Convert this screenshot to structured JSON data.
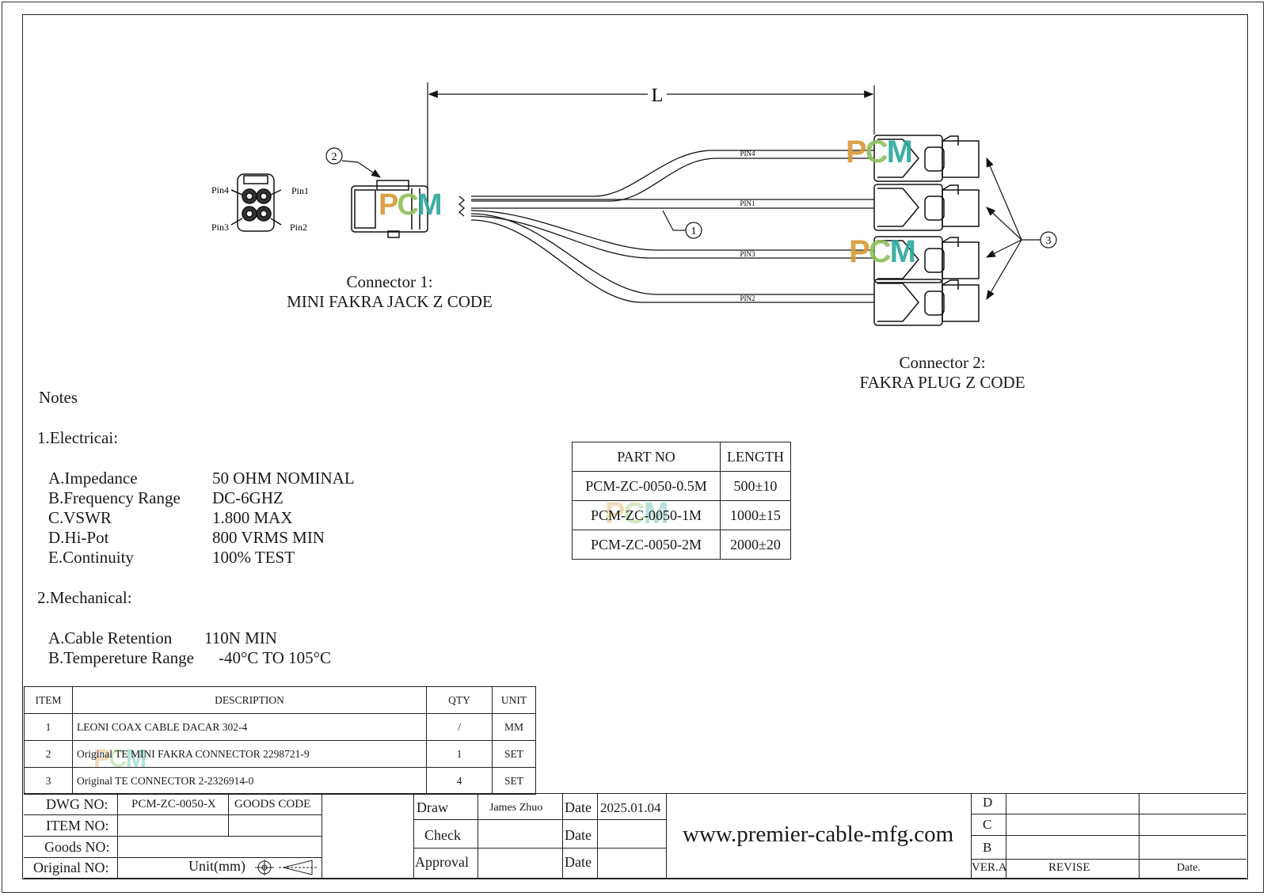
{
  "drawing": {
    "dimension_label": "L",
    "pin_labels": [
      "Pin4",
      "Pin1",
      "Pin3",
      "Pin2"
    ],
    "cable_labels": [
      "PIN4",
      "PIN1",
      "PIN3",
      "PIN2"
    ],
    "callouts": [
      "1",
      "2",
      "3"
    ],
    "watermark": "PCM",
    "connector1": {
      "line1": "Connector 1:",
      "line2": "MINI FAKRA JACK Z CODE"
    },
    "connector2": {
      "line1": "Connector 2:",
      "line2": "FAKRA PLUG Z CODE"
    }
  },
  "notes": {
    "title": "Notes",
    "electrical_title": "1.Electricai:",
    "electrical": [
      {
        "label": "A.Impedance",
        "value": "50 OHM NOMINAL"
      },
      {
        "label": "B.Frequency Range",
        "value": "DC-6GHZ"
      },
      {
        "label": "C.VSWR",
        "value": "1.800 MAX"
      },
      {
        "label": "D.Hi-Pot",
        "value": "800 VRMS MIN"
      },
      {
        "label": "E.Continuity",
        "value": "100% TEST"
      }
    ],
    "mechanical_title": "2.Mechanical:",
    "mechanical": [
      {
        "label": "A.Cable Retention",
        "value": "110N MIN"
      },
      {
        "label": "B.Tempereture Range",
        "value": "-40°C TO 105°C"
      }
    ]
  },
  "parts_table": {
    "headers": [
      "PART NO",
      "LENGTH"
    ],
    "rows": [
      [
        "PCM-ZC-0050-0.5M",
        "500±10"
      ],
      [
        "PCM-ZC-0050-1M",
        "1000±15"
      ],
      [
        "PCM-ZC-0050-2M",
        "2000±20"
      ]
    ]
  },
  "bom": {
    "headers": [
      "ITEM",
      "DESCRIPTION",
      "QTY",
      "UNIT"
    ],
    "rows": [
      [
        "1",
        "LEONI COAX CABLE DACAR 302-4",
        "/",
        "MM"
      ],
      [
        "2",
        "Original TE MINI FAKRA CONNECTOR 2298721-9",
        "1",
        "SET"
      ],
      [
        "3",
        "Original TE CONNECTOR 2-2326914-0",
        "4",
        "SET"
      ]
    ]
  },
  "title_block": {
    "dwg_no_label": "DWG NO:",
    "dwg_no": "PCM-ZC-0050-X",
    "goods_code_label": "GOODS CODE",
    "item_no_label": "ITEM NO:",
    "goods_no_label": "Goods NO:",
    "original_no_label": "Original NO:",
    "unit_label": "Unit(mm)",
    "draw_label": "Draw",
    "draw_name": "James Zhuo",
    "check_label": "Check",
    "approval_label": "Approval",
    "date_label": "Date",
    "draw_date": "2025.01.04",
    "website": "www.premier-cable-mfg.com",
    "revisions": [
      "D",
      "C",
      "B"
    ],
    "ver_label": "VER.A",
    "revise_label": "REVISE",
    "rev_date_label": "Date."
  }
}
